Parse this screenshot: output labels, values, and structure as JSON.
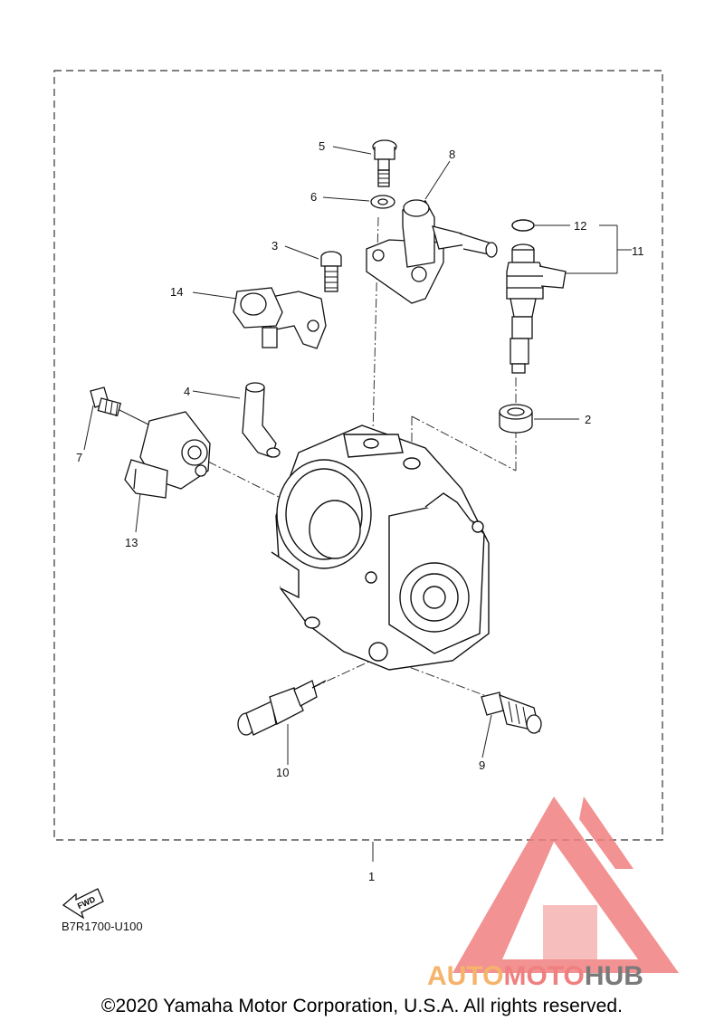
{
  "callouts": {
    "c1": "1",
    "c2": "2",
    "c3": "3",
    "c4": "4",
    "c5": "5",
    "c6": "6",
    "c7": "7",
    "c8": "8",
    "c9": "9",
    "c10": "10",
    "c11": "11",
    "c12": "12",
    "c13": "13",
    "c14": "14"
  },
  "fwd_label": "FWD",
  "diagram_code": "B7R1700-U100",
  "watermark": {
    "part1": "AUTO",
    "part2": "MOTO",
    "part3": "HUB",
    "colors": {
      "orange": "#f6b36b",
      "red": "#f08080",
      "gray": "#7a7a7a"
    }
  },
  "copyright": "©2020 Yamaha Motor Corporation, U.S.A. All rights reserved."
}
